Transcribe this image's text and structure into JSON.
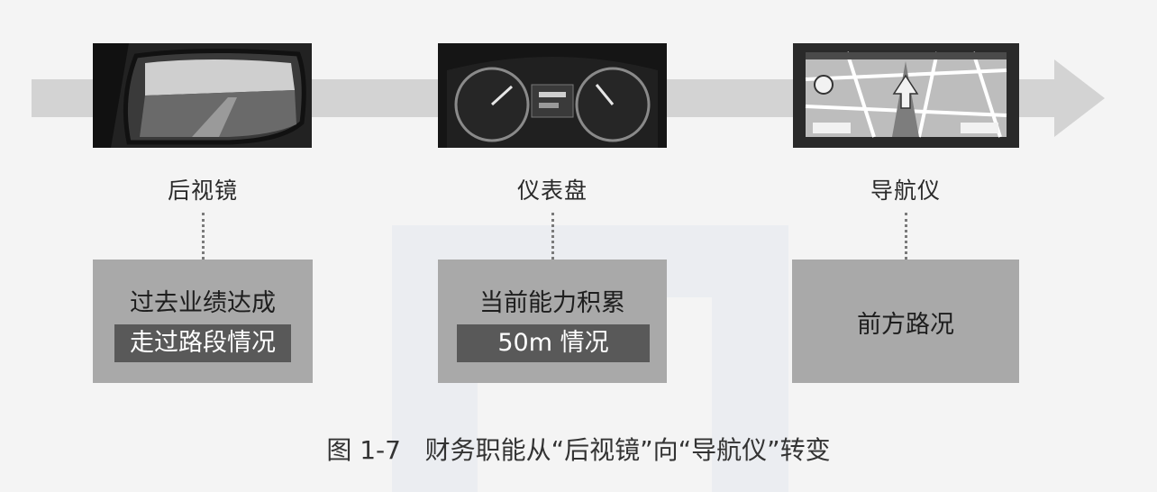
{
  "stages": [
    {
      "label": "后视镜",
      "icon": "rearview-mirror-photo",
      "box_line1": "过去业绩达成",
      "box_highlight": "走过路段情况"
    },
    {
      "label": "仪表盘",
      "icon": "dashboard-gauges-photo",
      "box_line1": "当前能力积累",
      "box_highlight": "50m 情况"
    },
    {
      "label": "导航仪",
      "icon": "gps-navigator-photo",
      "box_line1": "前方路况"
    }
  ],
  "caption": "图 1-7   财务职能从“后视镜”向“导航仪”转变",
  "colors": {
    "arrow": "#d3d3d3",
    "box": "#a9a9a9",
    "highlight": "#595959"
  }
}
